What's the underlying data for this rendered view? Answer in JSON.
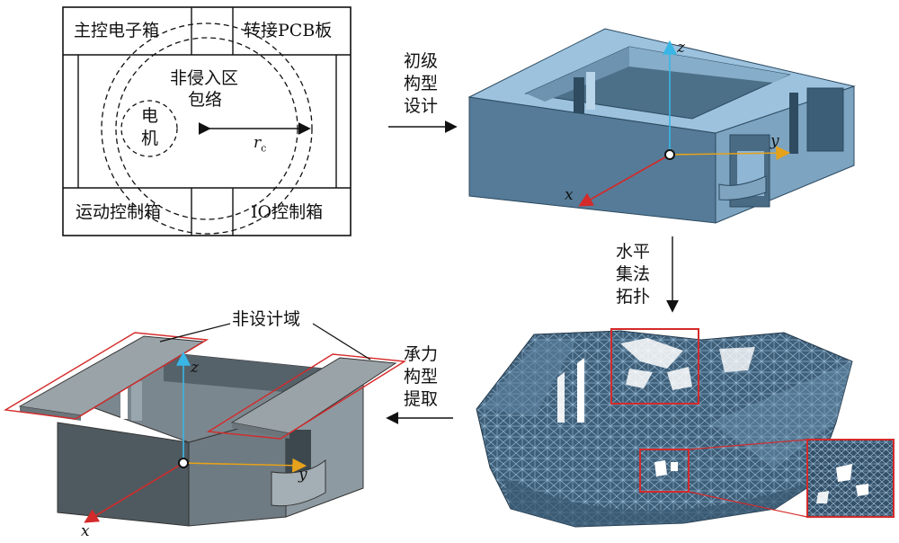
{
  "layout_box": {
    "top_left_label": "主控电子箱",
    "top_right_label": "转接PCB板",
    "bottom_left_label": "运动控制箱",
    "bottom_right_label": "IO控制箱",
    "zone_line1": "非侵入区",
    "zone_line2": "包络",
    "motor_line1": "电",
    "motor_line2": "机",
    "radius_symbol": "r",
    "radius_subscript": "c"
  },
  "steps": {
    "step1_lines": [
      "初级",
      "构型",
      "设计"
    ],
    "step2_lines": [
      "水平",
      "集法",
      "拓扑"
    ],
    "step3_lines": [
      "承力",
      "构型",
      "提取"
    ]
  },
  "final_model": {
    "non_design_label": "非设计域"
  },
  "axes": {
    "x": "x",
    "y": "y",
    "z": "z"
  },
  "colors": {
    "model_face": "#5a7f9c",
    "model_top": "#8fb6d4",
    "final_gray": "#5f6a70",
    "highlight_red": "#d42a2a",
    "axis_orange": "#e6a21a",
    "axis_cyan": "#39b6e6"
  }
}
